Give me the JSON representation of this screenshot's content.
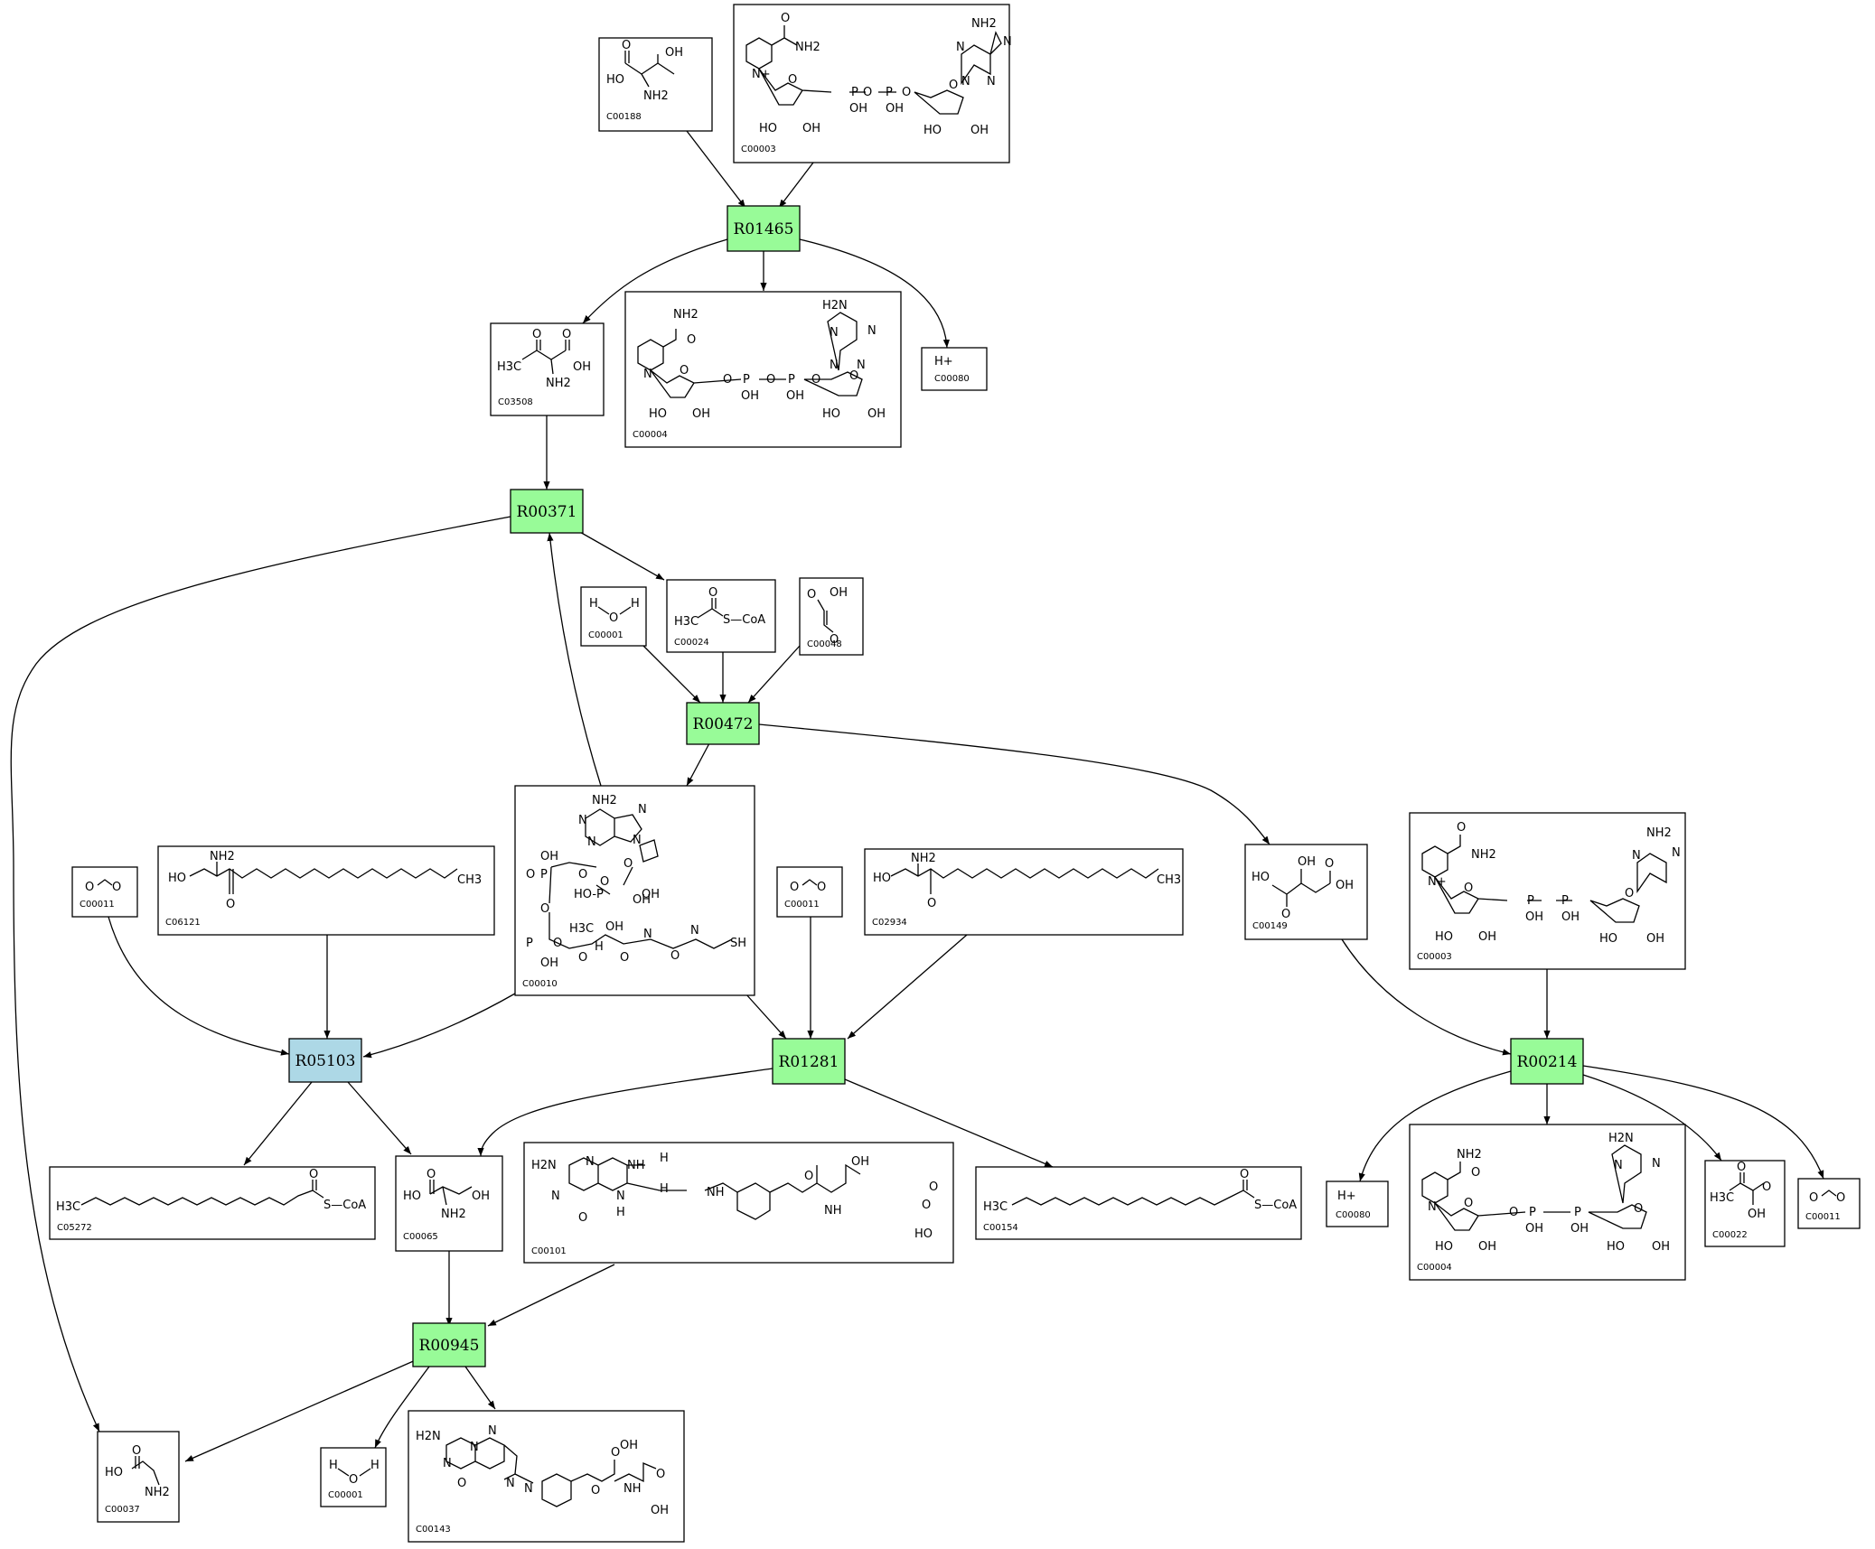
{
  "colors": {
    "reaction_default": "#98fb98",
    "reaction_highlight": "#add8e6",
    "compound_fill": "#ffffff",
    "line": "#000000"
  },
  "reactions": [
    {
      "id": "R01465",
      "color": "#98fb98"
    },
    {
      "id": "R00371",
      "color": "#98fb98"
    },
    {
      "id": "R00472",
      "color": "#98fb98"
    },
    {
      "id": "R05103",
      "color": "#add8e6"
    },
    {
      "id": "R01281",
      "color": "#98fb98"
    },
    {
      "id": "R00214",
      "color": "#98fb98"
    },
    {
      "id": "R00945",
      "color": "#98fb98"
    }
  ],
  "compounds": [
    {
      "id": "C00188",
      "atoms": [
        "O",
        "OH",
        "HO",
        "NH2"
      ]
    },
    {
      "id": "C00003",
      "atoms": [
        "O",
        "NH2",
        "N+",
        "O",
        "O",
        "P",
        "O",
        "P",
        "O",
        "OH",
        "OH",
        "HO",
        "OH",
        "NH2",
        "N",
        "N",
        "N",
        "N",
        "O",
        "HO",
        "OH"
      ]
    },
    {
      "id": "C03508",
      "atoms": [
        "O",
        "O",
        "H3C",
        "OH",
        "NH2"
      ]
    },
    {
      "id": "C00004",
      "atoms": [
        "NH2",
        "O",
        "N",
        "O",
        "O",
        "P",
        "O",
        "P",
        "O",
        "OH",
        "OH",
        "HO",
        "OH",
        "H2N",
        "N",
        "N",
        "N",
        "N",
        "O",
        "HO",
        "OH"
      ]
    },
    {
      "id": "C00080",
      "atoms": [
        "H+"
      ]
    },
    {
      "id": "C00001",
      "atoms": [
        "H",
        "O",
        "H"
      ]
    },
    {
      "id": "C00024",
      "atoms": [
        "O",
        "H3C",
        "S—CoA"
      ]
    },
    {
      "id": "C00048",
      "atoms": [
        "O",
        "OH",
        "O"
      ]
    },
    {
      "id": "C00010",
      "atoms": [
        "NH2",
        "N",
        "N",
        "N",
        "N",
        "OH",
        "O",
        "P",
        "O",
        "O",
        "HO-P",
        "O",
        "OH",
        "OH",
        "O",
        "P",
        "O",
        "OH",
        "H3C",
        "OH",
        "H",
        "N",
        "O",
        "N",
        "SH",
        "O",
        "O"
      ]
    },
    {
      "id": "C00011",
      "atoms": [
        "O",
        "O"
      ]
    },
    {
      "id": "C06121",
      "atoms": [
        "NH2",
        "HO",
        "O",
        "CH3"
      ]
    },
    {
      "id": "C02934",
      "atoms": [
        "NH2",
        "HO",
        "O",
        "CH3"
      ]
    },
    {
      "id": "C00149",
      "atoms": [
        "OH",
        "O",
        "HO",
        "O",
        "OH"
      ]
    },
    {
      "id": "C05272",
      "atoms": [
        "H3C",
        "O",
        "S—CoA"
      ]
    },
    {
      "id": "C00065",
      "atoms": [
        "O",
        "HO",
        "OH",
        "NH2"
      ]
    },
    {
      "id": "C00101",
      "atoms": [
        "H2N",
        "N",
        "NH",
        "H",
        "H",
        "N",
        "O",
        "N",
        "H",
        "NH",
        "O",
        "OH",
        "O",
        "NH",
        "O",
        "HO"
      ]
    },
    {
      "id": "C00154",
      "atoms": [
        "H3C",
        "O",
        "S—CoA"
      ]
    },
    {
      "id": "C00022",
      "atoms": [
        "O",
        "H3C",
        "O",
        "OH"
      ]
    },
    {
      "id": "C00037",
      "atoms": [
        "O",
        "HO",
        "NH2"
      ]
    },
    {
      "id": "C00143",
      "atoms": [
        "H2N",
        "N",
        "N",
        "N",
        "N",
        "O",
        "N",
        "O",
        "OH",
        "O",
        "NH",
        "O",
        "OH"
      ]
    }
  ]
}
